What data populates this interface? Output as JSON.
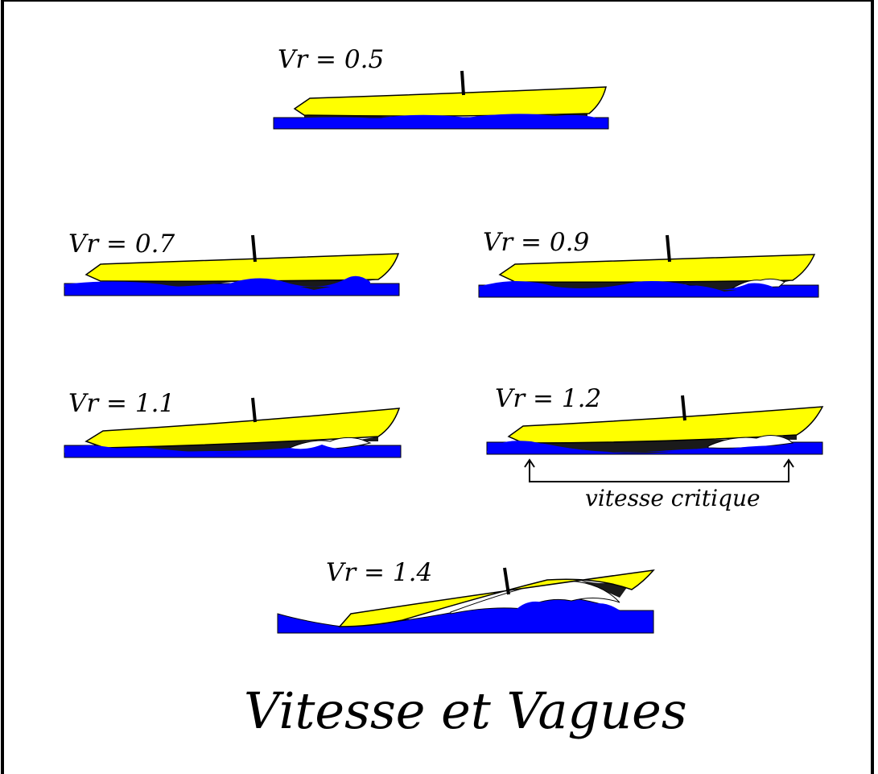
{
  "title": "Vitesse et Vagues",
  "colors": {
    "hull": "#ffff00",
    "water": "#0000ff",
    "hull_shadow": "#1a1a1a",
    "foam": "#ffffff",
    "outline": "#000000"
  },
  "boats": [
    {
      "label": "Vr = 0.5"
    },
    {
      "label": "Vr = 0.7"
    },
    {
      "label": "Vr = 0.9"
    },
    {
      "label": "Vr = 1.1"
    },
    {
      "label": "Vr = 1.2"
    },
    {
      "label": "Vr = 1.4"
    }
  ],
  "annotation": {
    "label": "vitesse critique"
  }
}
